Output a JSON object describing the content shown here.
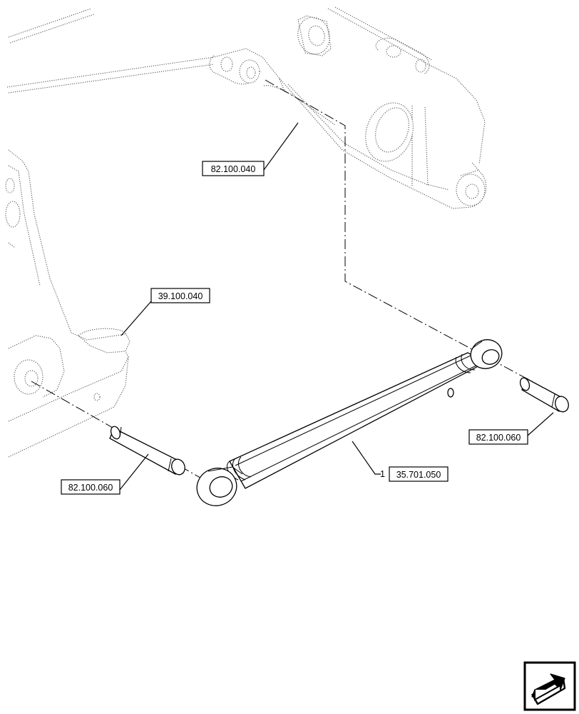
{
  "callouts": {
    "boom": "82.100.040",
    "chassis": "39.100.040",
    "pin_left": "82.100.060",
    "pin_right": "82.100.060",
    "cylinder": "35.701.050"
  },
  "cylinder_item_number": "1",
  "icon": "next-page-arrow-icon"
}
